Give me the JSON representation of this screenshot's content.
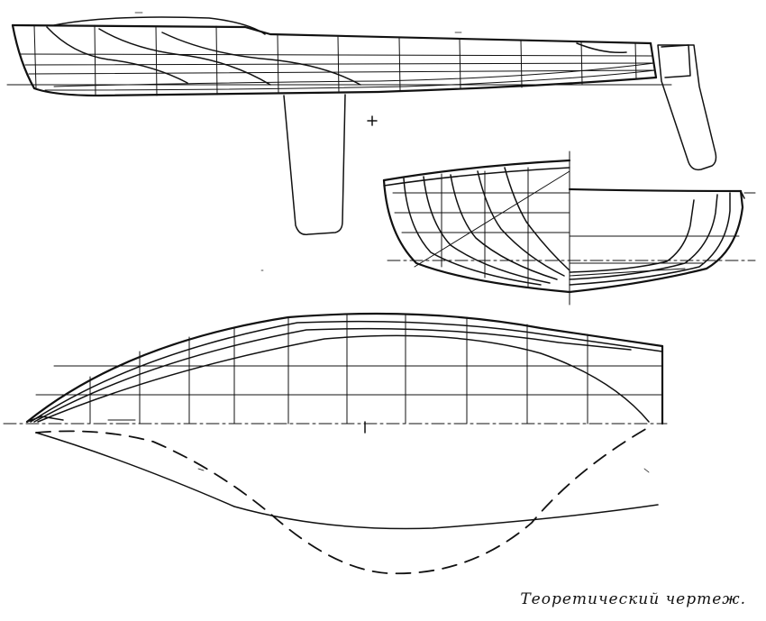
{
  "caption": "Теоретический чертеж.",
  "views": {
    "profile": "sheer-plan",
    "sections": "body-plan",
    "plan": "half-breadth-plan",
    "curve": "sectional-area-curve"
  },
  "line_color": "#111111",
  "background_color": "#ffffff"
}
